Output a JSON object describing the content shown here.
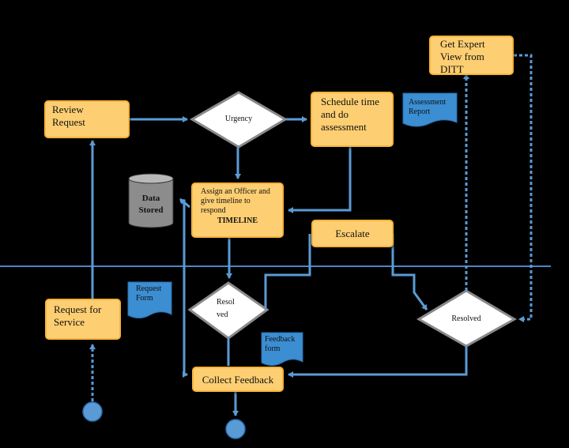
{
  "nodes": {
    "review_request": "Review\nRequest",
    "urgency": "Urgency",
    "schedule": "Schedule time\nand do\nassessment",
    "assessment_report": "Assessment\nReport",
    "get_expert": "Get Expert\nView from\nDITT",
    "data_stored": "Data\nStored",
    "assign_officer": "Assign an Officer and\ngive timeline to\nrespond",
    "timeline": "TIMELINE",
    "escalate": "Escalate",
    "request_service": "Request for\nService",
    "request_form": "Request\nForm",
    "resolved_left": "Resol\nved",
    "resolved_right": "Resolved",
    "feedback_form": "Feedback\nform",
    "collect_feedback": "Collect Feedback"
  },
  "colors": {
    "process_fill": "#fecf72",
    "process_border": "#f7b33c",
    "connector": "#5b9bd5",
    "document_fill": "#3b8ed2",
    "background": "#000000"
  }
}
